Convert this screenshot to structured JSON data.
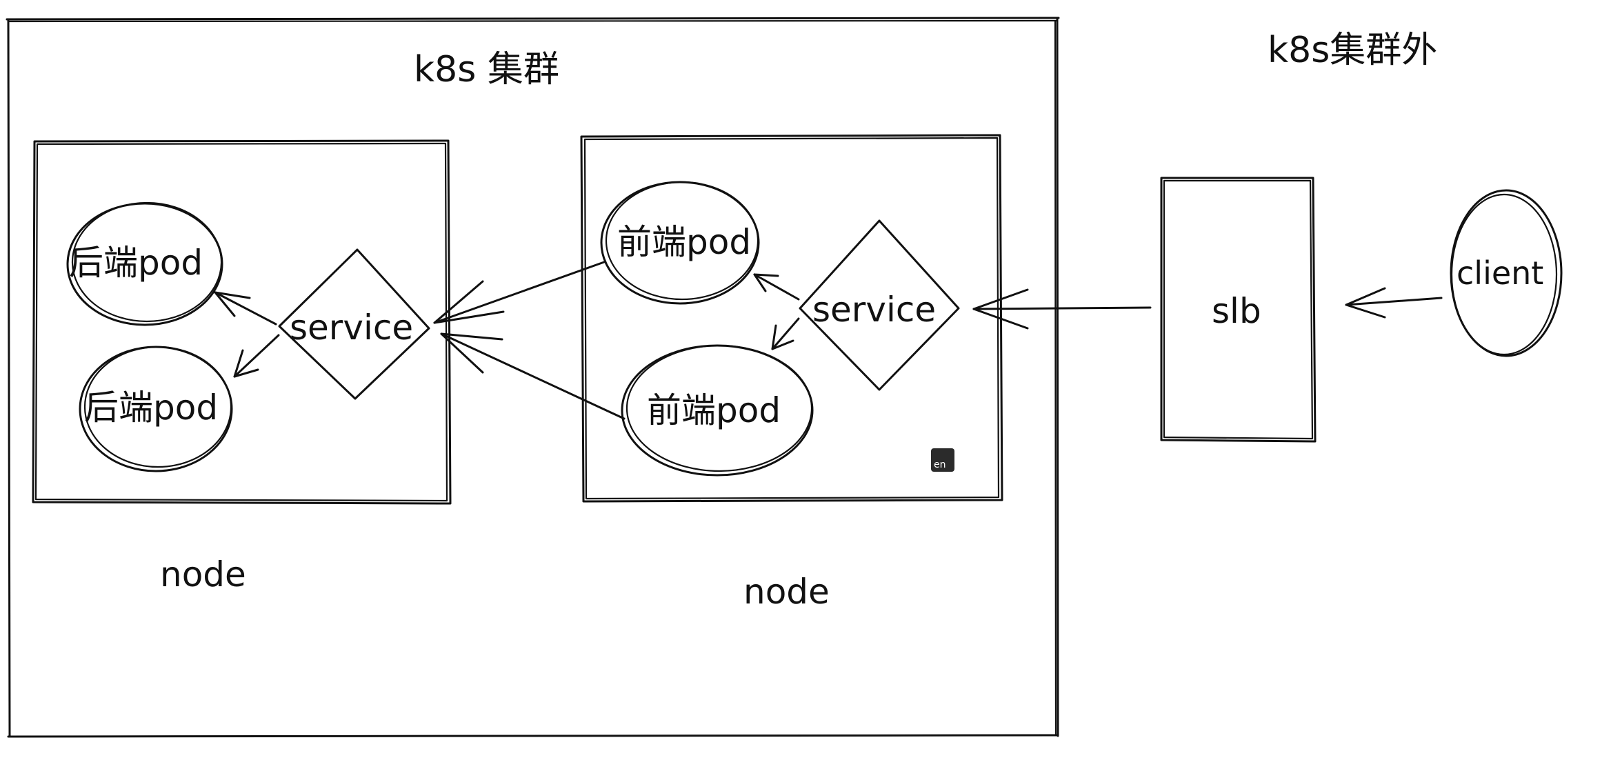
{
  "cluster": {
    "title": "k8s 集群"
  },
  "outside": {
    "title": "k8s集群外"
  },
  "nodes": [
    {
      "label": "node",
      "service_label": "service",
      "pods": [
        "后端pod",
        "后端pod"
      ]
    },
    {
      "label": "node",
      "service_label": "service",
      "pods": [
        "前端pod",
        "前端pod"
      ],
      "badge": "en"
    }
  ],
  "slb": {
    "label": "slb"
  },
  "client": {
    "label": "client"
  }
}
